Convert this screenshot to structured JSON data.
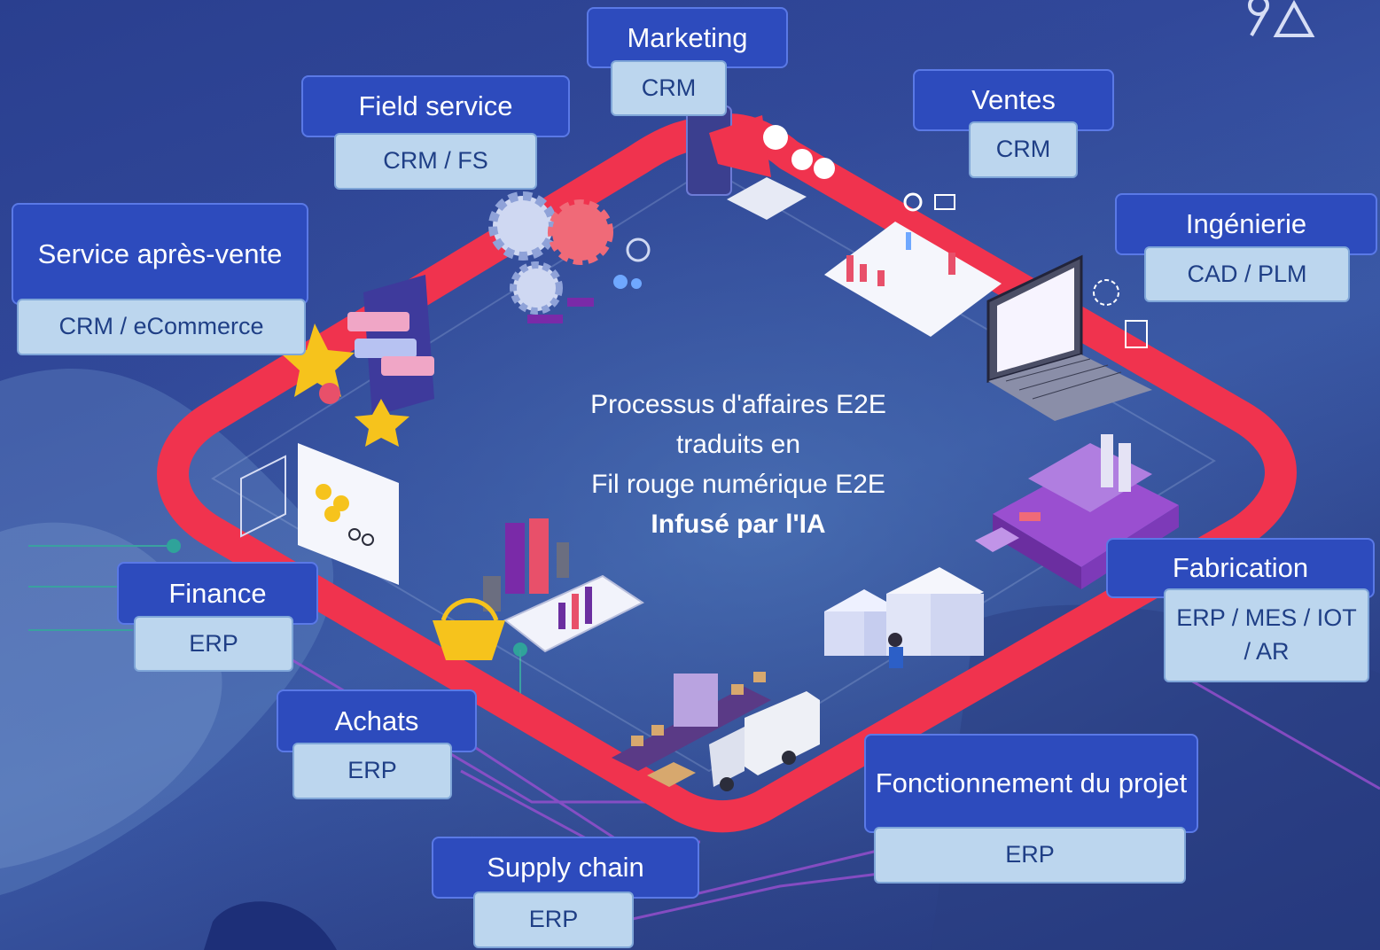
{
  "center": {
    "line1": "Processus d'affaires E2E",
    "line2": "traduits en",
    "line3": "Fil rouge numérique E2E",
    "line4": "Infusé par l'IA"
  },
  "cards": {
    "marketing": {
      "title": "Marketing",
      "system": "CRM"
    },
    "field_service": {
      "title": "Field service",
      "system": "CRM / FS"
    },
    "ventes": {
      "title": "Ventes",
      "system": "CRM"
    },
    "service_apres_vente": {
      "title": "Service après-vente",
      "system": "CRM / eCommerce"
    },
    "ingenierie": {
      "title": "Ingénierie",
      "system": "CAD / PLM"
    },
    "fabrication": {
      "title": "Fabrication",
      "system": "ERP / MES / IOT / AR"
    },
    "finance": {
      "title": "Finance",
      "system": "ERP"
    },
    "achats": {
      "title": "Achats",
      "system": "ERP"
    },
    "fonctionnement_projet": {
      "title": "Fonctionnement du projet",
      "system": "ERP"
    },
    "supply_chain": {
      "title": "Supply chain",
      "system": "ERP"
    }
  },
  "colors": {
    "loop_red": "#f0334e",
    "card_blue": "#2d4bbd",
    "card_light": "#bcd6ee",
    "purple": "#9a4fd0"
  },
  "icons": [
    "logo-icon",
    "megaphone-icon",
    "gears-icon",
    "laptop-icon",
    "factory-icon",
    "star-icon",
    "basket-icon",
    "truck-icon",
    "bar-chart-icon",
    "document-chart-icon",
    "phone-review-icon",
    "servers-icon"
  ]
}
